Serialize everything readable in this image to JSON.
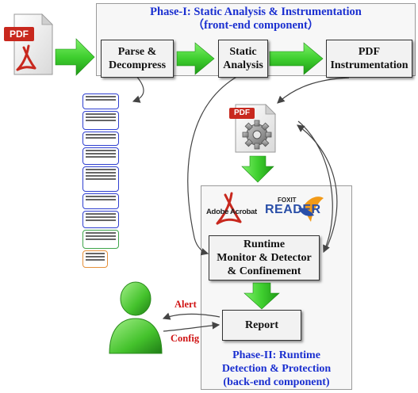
{
  "phase1": {
    "title_line1": "Phase-I: Static Analysis & Instrumentation",
    "title_line2": "（front-end component）"
  },
  "steps": {
    "parse": "Parse &\nDecompress",
    "static": "Static\nAnalysis",
    "instrument": "PDF\nInstrumentation"
  },
  "pdf_icon": {
    "label": "PDF"
  },
  "pdf_icon_small": {
    "label": "PDF"
  },
  "runtime": {
    "monitor": "Runtime\nMonitor & Detector\n& Confinement",
    "report": "Report"
  },
  "readers": {
    "adobe": "Adobe Acrobat",
    "foxit_top": "FOXIT",
    "foxit_main": "READER"
  },
  "phase2": {
    "line1": "Phase-II: Runtime",
    "line2": "Detection & Protection",
    "line3": "(back-end component)"
  },
  "labels": {
    "alert": "Alert",
    "config": "Config"
  },
  "colors": {
    "green": "#3fcf2f",
    "phase_blue": "#1a2fd0",
    "label_red": "#d01515",
    "pdf_red": "#c8281e"
  }
}
